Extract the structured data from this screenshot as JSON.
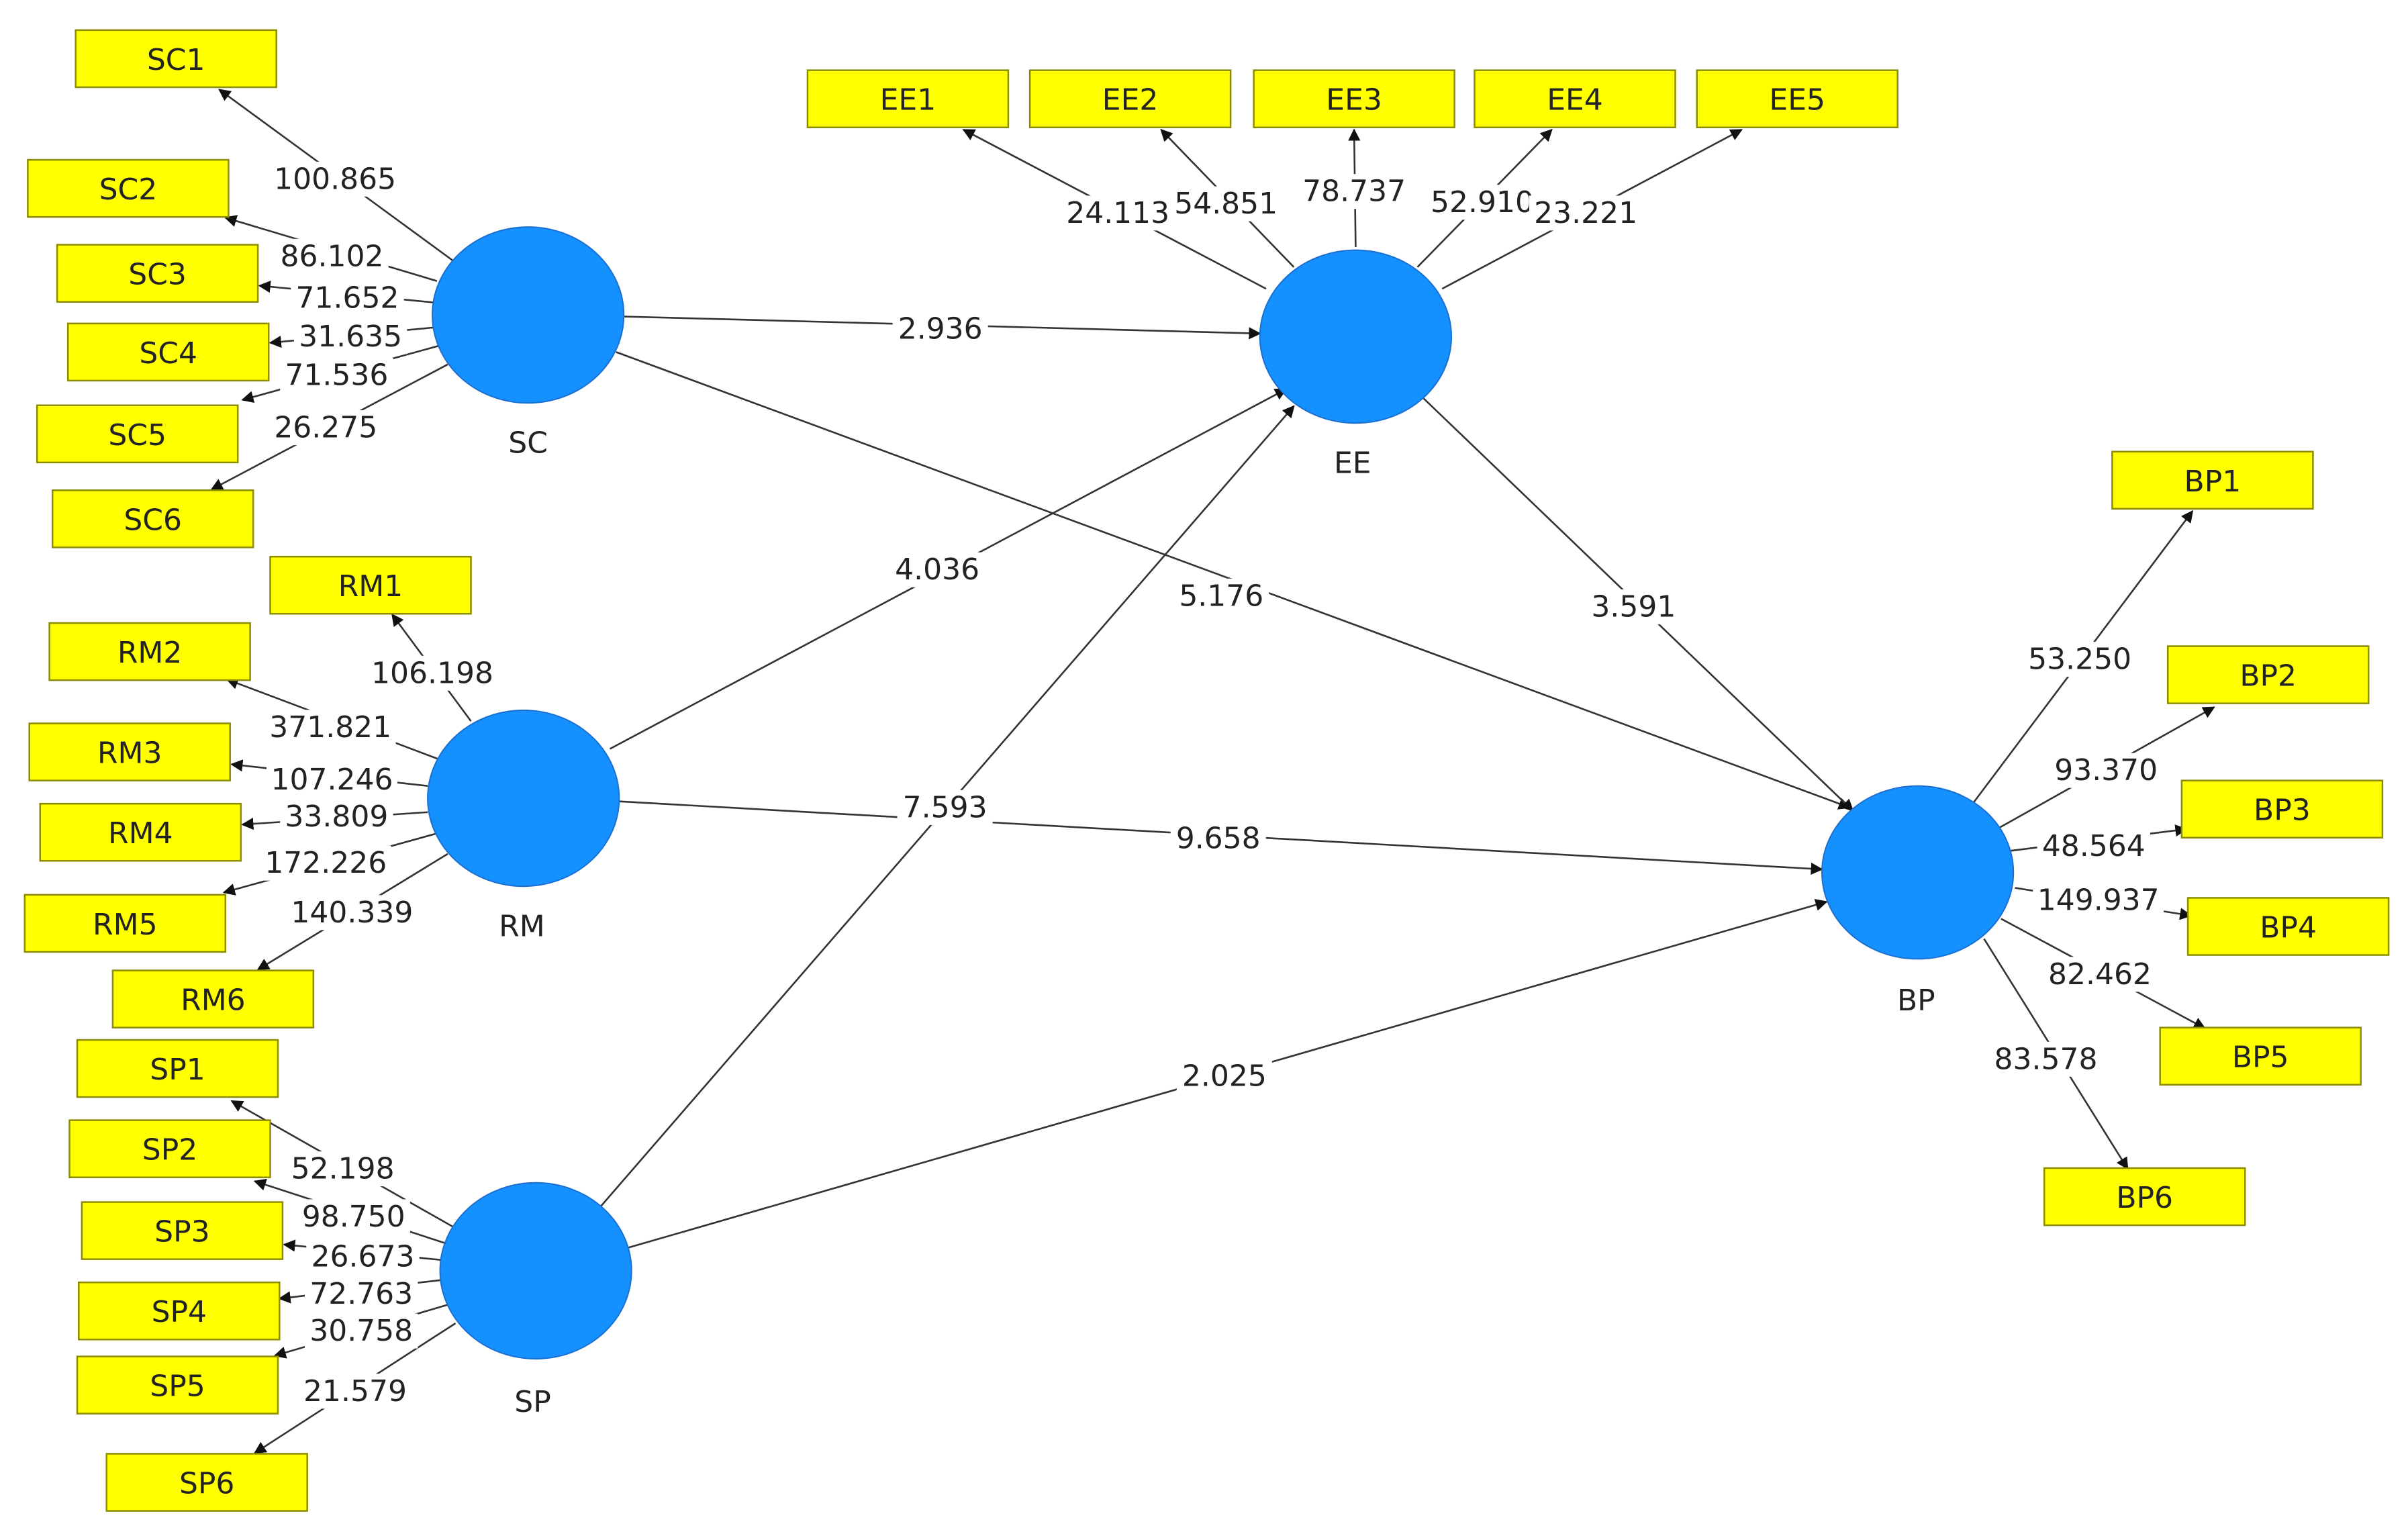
{
  "colors": {
    "latent_fill": "#1591FF",
    "indicator_fill": "#FFFF00",
    "edge": "#333333",
    "text": "#222222"
  },
  "latent_variables": [
    {
      "id": "SC",
      "label": "SC"
    },
    {
      "id": "EE",
      "label": "EE"
    },
    {
      "id": "RM",
      "label": "RM"
    },
    {
      "id": "SP",
      "label": "SP"
    },
    {
      "id": "BP",
      "label": "BP"
    }
  ],
  "indicators": [
    {
      "id": "SC1",
      "label": "SC1",
      "latent": "SC",
      "value": "100.865"
    },
    {
      "id": "SC2",
      "label": "SC2",
      "latent": "SC",
      "value": "86.102"
    },
    {
      "id": "SC3",
      "label": "SC3",
      "latent": "SC",
      "value": "71.652"
    },
    {
      "id": "SC4",
      "label": "SC4",
      "latent": "SC",
      "value": "31.635"
    },
    {
      "id": "SC5",
      "label": "SC5",
      "latent": "SC",
      "value": "71.536"
    },
    {
      "id": "SC6",
      "label": "SC6",
      "latent": "SC",
      "value": "26.275"
    },
    {
      "id": "EE1",
      "label": "EE1",
      "latent": "EE",
      "value": "24.113"
    },
    {
      "id": "EE2",
      "label": "EE2",
      "latent": "EE",
      "value": "54.851"
    },
    {
      "id": "EE3",
      "label": "EE3",
      "latent": "EE",
      "value": "78.737"
    },
    {
      "id": "EE4",
      "label": "EE4",
      "latent": "EE",
      "value": "52.910"
    },
    {
      "id": "EE5",
      "label": "EE5",
      "latent": "EE",
      "value": "23.221"
    },
    {
      "id": "RM1",
      "label": "RM1",
      "latent": "RM",
      "value": "106.198"
    },
    {
      "id": "RM2",
      "label": "RM2",
      "latent": "RM",
      "value": "371.821"
    },
    {
      "id": "RM3",
      "label": "RM3",
      "latent": "RM",
      "value": "107.246"
    },
    {
      "id": "RM4",
      "label": "RM4",
      "latent": "RM",
      "value": "33.809"
    },
    {
      "id": "RM5",
      "label": "RM5",
      "latent": "RM",
      "value": "172.226"
    },
    {
      "id": "RM6",
      "label": "RM6",
      "latent": "RM",
      "value": "140.339"
    },
    {
      "id": "SP1",
      "label": "SP1",
      "latent": "SP",
      "value": "52.198"
    },
    {
      "id": "SP2",
      "label": "SP2",
      "latent": "SP",
      "value": "98.750"
    },
    {
      "id": "SP3",
      "label": "SP3",
      "latent": "SP",
      "value": "26.673"
    },
    {
      "id": "SP4",
      "label": "SP4",
      "latent": "SP",
      "value": "72.763"
    },
    {
      "id": "SP5",
      "label": "SP5",
      "latent": "SP",
      "value": "30.758"
    },
    {
      "id": "SP6",
      "label": "SP6",
      "latent": "SP",
      "value": "21.579"
    },
    {
      "id": "BP1",
      "label": "BP1",
      "latent": "BP",
      "value": "53.250"
    },
    {
      "id": "BP2",
      "label": "BP2",
      "latent": "BP",
      "value": "93.370"
    },
    {
      "id": "BP3",
      "label": "BP3",
      "latent": "BP",
      "value": "48.564"
    },
    {
      "id": "BP4",
      "label": "BP4",
      "latent": "BP",
      "value": "149.937"
    },
    {
      "id": "BP5",
      "label": "BP5",
      "latent": "BP",
      "value": "82.462"
    },
    {
      "id": "BP6",
      "label": "BP6",
      "latent": "BP",
      "value": "83.578"
    }
  ],
  "paths": [
    {
      "from": "SC",
      "to": "EE",
      "value": "2.936"
    },
    {
      "from": "SC",
      "to": "BP",
      "value": "5.176"
    },
    {
      "from": "RM",
      "to": "EE",
      "value": "4.036"
    },
    {
      "from": "RM",
      "to": "BP",
      "value": "9.658"
    },
    {
      "from": "SP",
      "to": "EE",
      "value": "7.593"
    },
    {
      "from": "SP",
      "to": "BP",
      "value": "2.025"
    },
    {
      "from": "EE",
      "to": "BP",
      "value": "3.591"
    }
  ]
}
